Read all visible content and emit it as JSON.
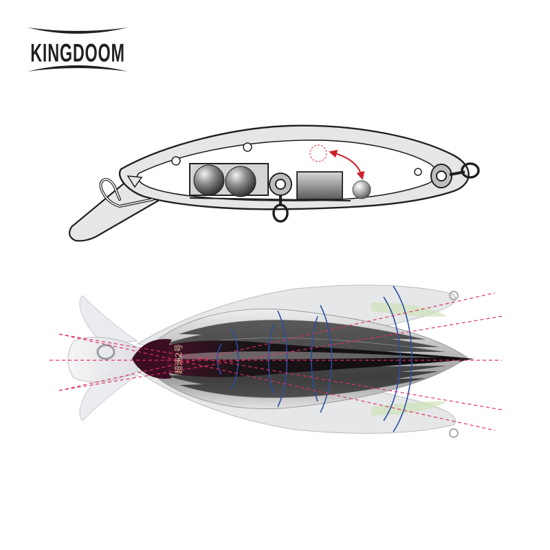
{
  "brand": {
    "name": "KINGDOOM",
    "color": "#231f20"
  },
  "diagram_top": {
    "subject": "lure-internal-structure",
    "weights": [
      "tungsten-ball",
      "tungsten-ball",
      "moving-ball"
    ],
    "ghost_weight": "moving-ball-alt-position",
    "arrow_color": "#d0202a",
    "ghost_color": "#e0505a",
    "outline_color": "#231f20",
    "fill_color": "#e6e6e6"
  },
  "photo_bottom": {
    "subject": "lure-top-view-swimming-action",
    "body_text": "超速2号",
    "curve_color": "#2a4ea3",
    "guide_color": "#e03060"
  }
}
